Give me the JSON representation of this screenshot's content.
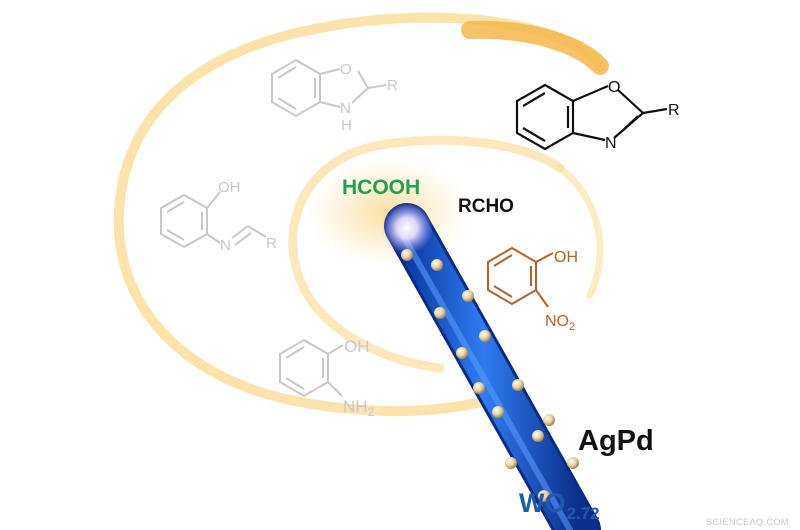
{
  "labels": {
    "formic_acid": "HCOOH",
    "aldehyde": "RCHO",
    "catalyst": "AgPd",
    "support_base": "WO",
    "support_sub": "2.72",
    "watermark": "SCIENCEAQ.COM"
  },
  "molecules": {
    "product": {
      "o": "O",
      "n": "N",
      "r": "R"
    },
    "benzoxazoline": {
      "o": "O",
      "n": "N",
      "h": "H",
      "r": "R"
    },
    "imine": {
      "oh": "OH",
      "n": "N",
      "r": "R"
    },
    "nitrophenol": {
      "oh": "OH",
      "no2_base": "NO",
      "no2_sub": "2"
    },
    "aminophenol": {
      "oh": "OH",
      "nh2_base": "NH",
      "nh2_sub": "2"
    }
  },
  "colors": {
    "formic_acid": "#1fa34a",
    "nitrophenol": "#b5632a",
    "faded_molecule": "#c8c8c8",
    "spiral": "#f7c96a",
    "nanowire": "#1f5fd1",
    "support_label": "#1f5aa6",
    "nanoparticle": "#e6d6a6"
  }
}
